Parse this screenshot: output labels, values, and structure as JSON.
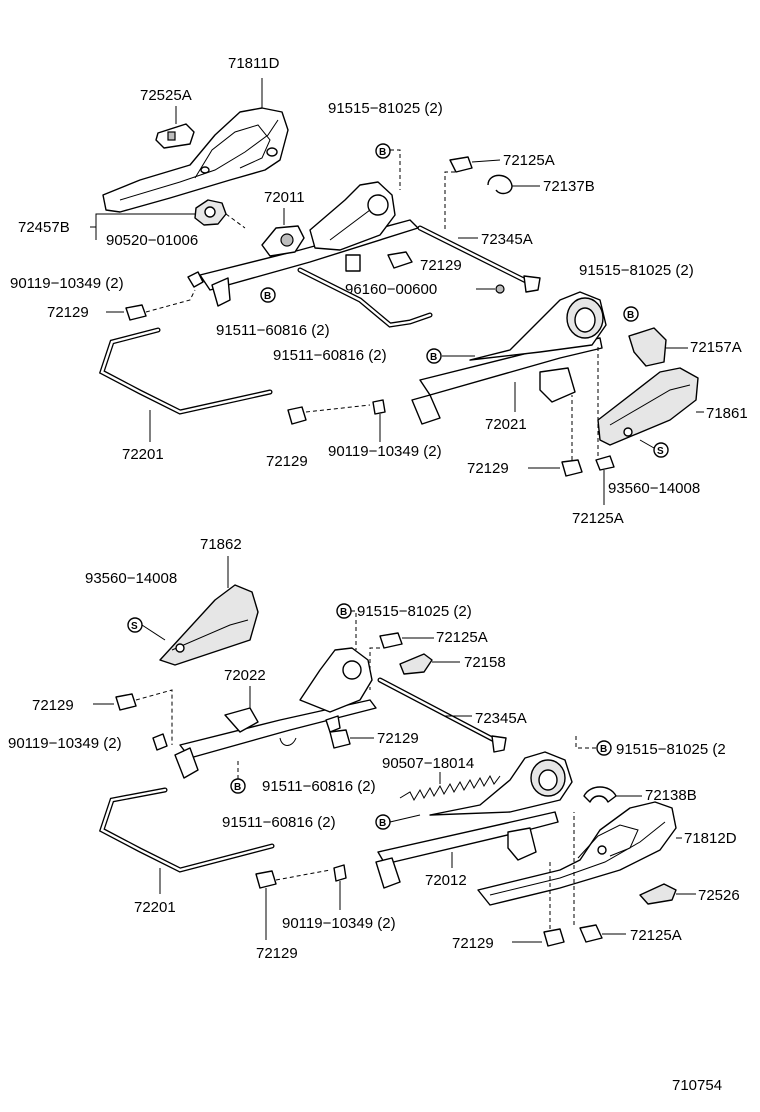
{
  "diagram_id": "710754",
  "upper_assembly": {
    "labels": {
      "cover_71811D": "71811D",
      "knob_72525A": "72525A",
      "bolt_91515_top": "91515−81025 (2)",
      "clip_72125A_top": "72125A",
      "ring_72137B": "72137B",
      "adjuster_72011": "72011",
      "knob_72457B": "72457B",
      "screw_90520": "90520−01006",
      "rod_72345A": "72345A",
      "cap_72129_mid": "72129",
      "bolt_90119_left": "90119−10349 (2)",
      "washer_96160": "96160−00600",
      "bolt_91515_right": "91515−81025 (2)",
      "cap_72129_left": "72129",
      "bolt_91511_left": "91511−60816 (2)",
      "cover_72157A": "72157A",
      "bolt_91511_mid": "91511−60816 (2)",
      "cover_71861": "71861",
      "rail_72021": "72021",
      "bar_72201": "72201",
      "cap_72129_bottom": "72129",
      "bolt_90119_bottom": "90119−10349 (2)",
      "cap_72129_right": "72129",
      "screw_93560": "93560−14008",
      "clip_72125A_bottom": "72125A"
    }
  },
  "lower_assembly": {
    "labels": {
      "cover_71862": "71862",
      "screw_93560": "93560−14008",
      "bolt_91515_top": "91515−81025 (2)",
      "clip_72125A_top": "72125A",
      "cover_72158": "72158",
      "adjuster_72022": "72022",
      "cap_72129_left": "72129",
      "rod_72345A": "72345A",
      "bolt_90119_left": "90119−10349 (2)",
      "cap_72129_mid": "72129",
      "bolt_91515_right": "91515−81025 (2",
      "spring_90507": "90507−18014",
      "bolt_91511_left": "91511−60816 (2)",
      "ring_72138B": "72138B",
      "bolt_91511_mid": "91511−60816 (2)",
      "cover_71812D": "71812D",
      "bar_72201": "72201",
      "rail_72012": "72012",
      "knob_72526": "72526",
      "bolt_90119_bottom": "90119−10349 (2)",
      "cap_72129_bottom": "72129",
      "clip_72125A_bottom": "72125A"
    }
  },
  "badges": {
    "b": "B",
    "s": "S"
  }
}
